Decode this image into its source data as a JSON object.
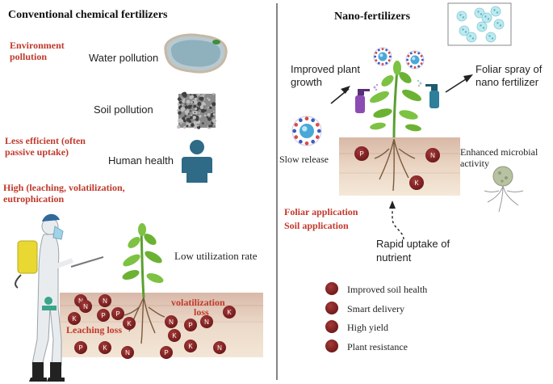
{
  "left": {
    "title": "Conventional chemical fertilizers",
    "environment": [
      "Environment",
      "pollution"
    ],
    "water_pollution": "Water pollution",
    "soil_pollution": "Soil pollution",
    "less_efficient": [
      "Less efficient (often",
      "passive uptake)"
    ],
    "human_health": "Human health",
    "high_leaching": [
      "High (leaching, volatilization,",
      "eutrophication"
    ],
    "low_utilization": "Low utilization rate",
    "volatilization": [
      "volatilization",
      "loss"
    ],
    "leaching_loss": "Leaching loss",
    "nutrient_letters": [
      "N",
      "N",
      "K",
      "P",
      "N",
      "P",
      "K",
      "N",
      "N",
      "P",
      "K",
      "P",
      "K",
      "N",
      "P",
      "K",
      "N",
      "K"
    ]
  },
  "right": {
    "title": "Nano-fertilizers",
    "improved_growth": [
      "Improved plant",
      "growth"
    ],
    "foliar_spray": [
      "Foliar spray of",
      "nano fertilizer"
    ],
    "slow_release": "Slow release",
    "enhanced_microbial": [
      "Enhanced microbial",
      "activity"
    ],
    "foliar_application": "Foliar application",
    "soil_application": "Soil application",
    "rapid_uptake": [
      "Rapid uptake of",
      "nutrient"
    ],
    "soil_letters": [
      "P",
      "N",
      "K"
    ],
    "benefits": [
      "Improved soil health",
      "Smart delivery",
      "High yield",
      "Plant resistance"
    ]
  },
  "colors": {
    "accent_red": "#c0392b",
    "nutrient_ball": "#7b1f1f",
    "divider": "#333333"
  }
}
